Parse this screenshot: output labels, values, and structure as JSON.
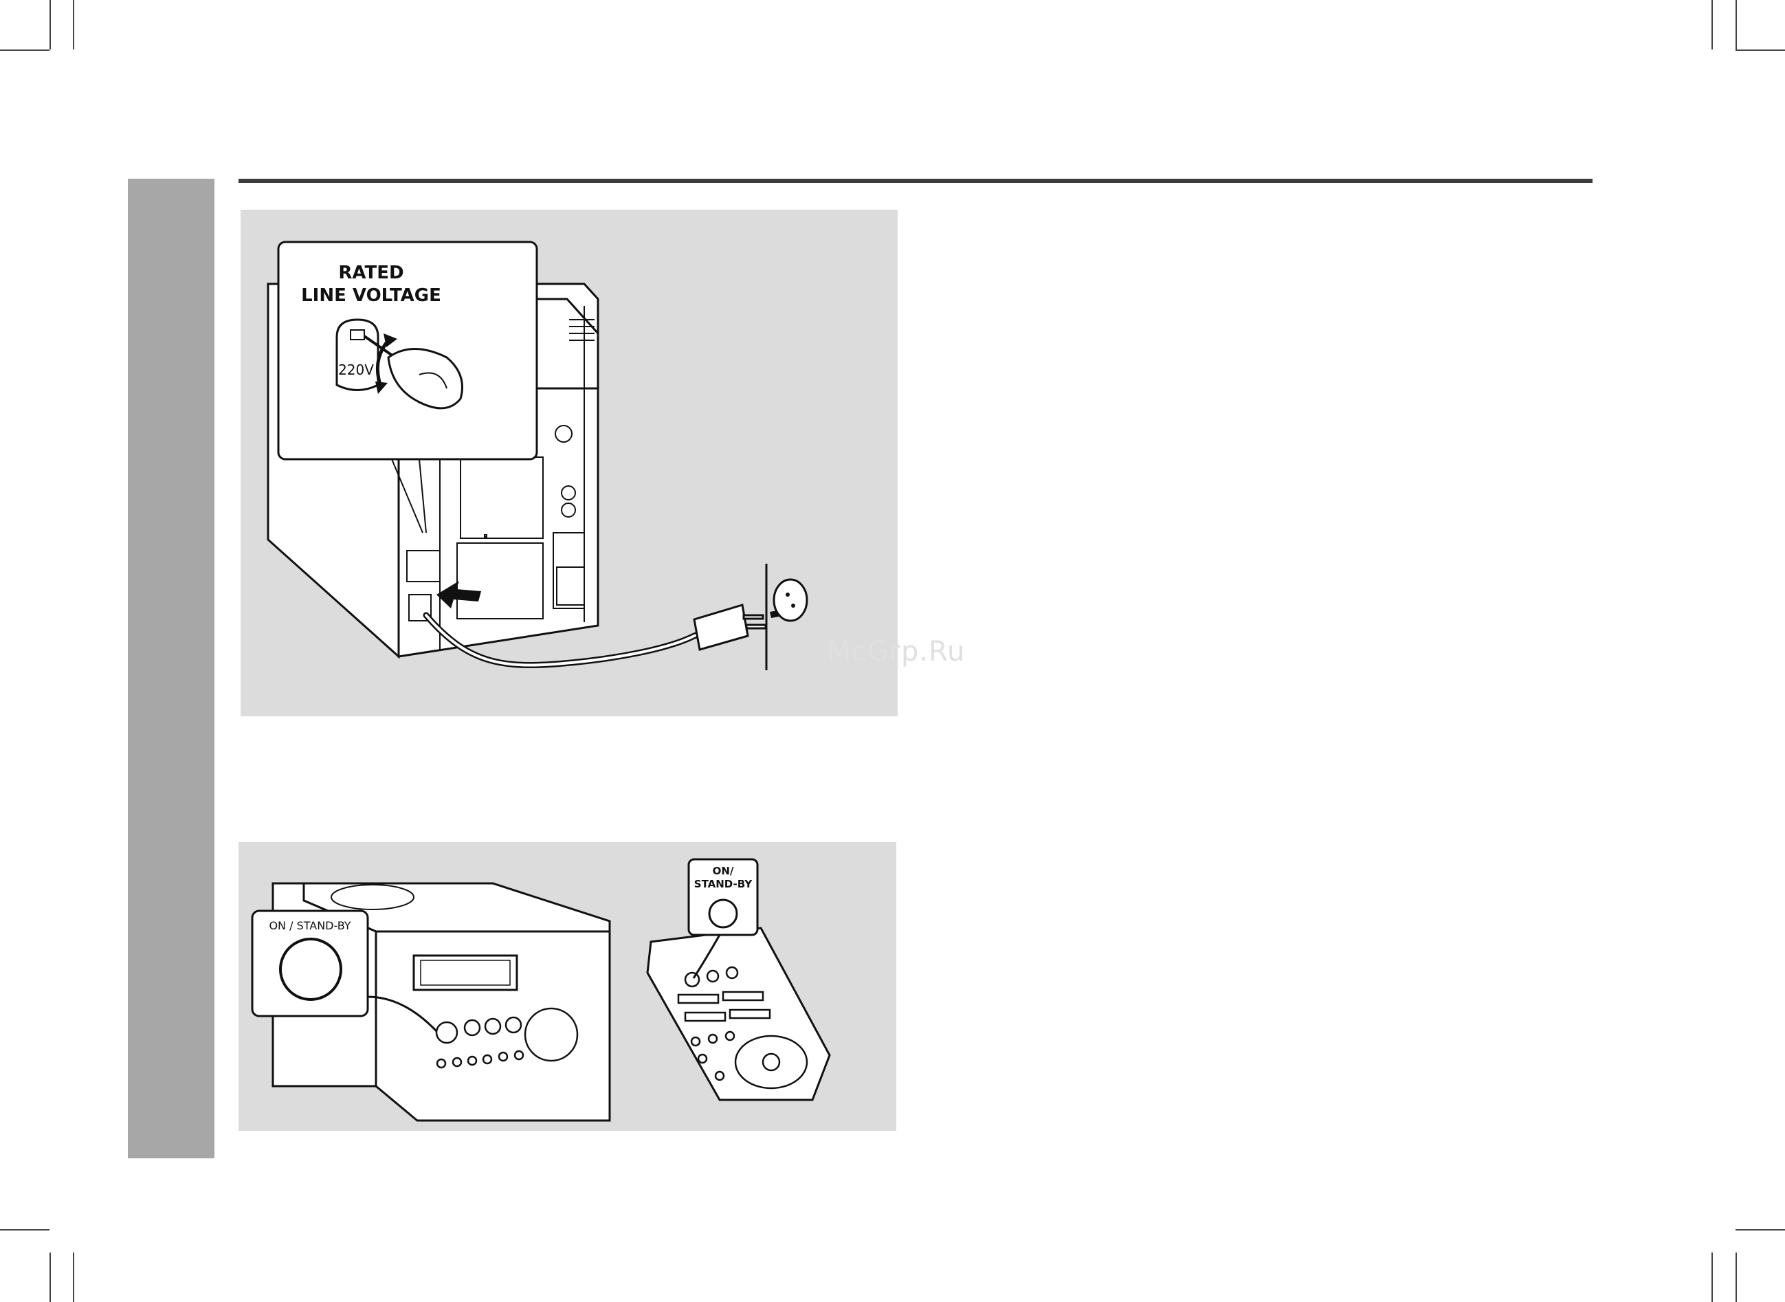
{
  "figure1": {
    "callout_line1": "RATED",
    "callout_line2": "LINE VOLTAGE",
    "voltage": "220V"
  },
  "figure2": {
    "unit_label": "ON / STAND-BY",
    "remote_label_line1": "ON/",
    "remote_label_line2": "STAND-BY"
  },
  "watermark": "McGrp.Ru"
}
